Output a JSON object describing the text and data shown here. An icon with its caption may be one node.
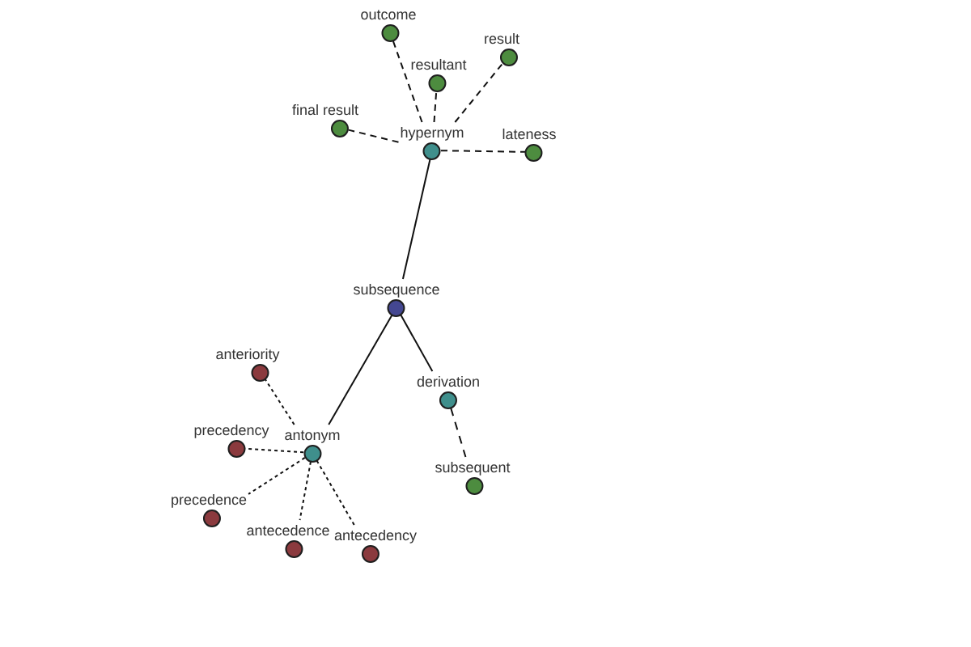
{
  "diagram": {
    "nodes": [
      {
        "text": [
          "outcome"
        ]
      },
      {
        "text": [
          "result"
        ]
      },
      {
        "text": [
          "resultant"
        ]
      },
      {
        "text": [
          "final result"
        ]
      },
      {
        "text": [
          "hypernym"
        ]
      },
      {
        "text": [
          "lateness"
        ]
      },
      {
        "text": [
          "subsequence"
        ]
      },
      {
        "text": [
          "anteriority"
        ]
      },
      {
        "text": [
          "derivation"
        ]
      },
      {
        "text": [
          "precedency"
        ]
      },
      {
        "text": [
          "antonym"
        ]
      },
      {
        "text": [
          "subsequent"
        ]
      },
      {
        "text": [
          "precedence"
        ]
      },
      {
        "text": [
          "antecedence"
        ]
      },
      {
        "text": [
          "antecedency"
        ]
      }
    ],
    "edges": [
      {
        "from": 6,
        "to": 4,
        "arrow": "none"
      },
      {
        "from": 6,
        "to": 10,
        "arrow": "none"
      },
      {
        "from": 6,
        "to": 8,
        "arrow": "none"
      },
      {
        "from": 4,
        "to": 0,
        "arrow": "none",
        "style": "dashed"
      },
      {
        "from": 4,
        "to": 2,
        "arrow": "none",
        "style": "dashed"
      },
      {
        "from": 4,
        "to": 1,
        "arrow": "none",
        "style": "dashed"
      },
      {
        "from": 4,
        "to": 3,
        "arrow": "none",
        "style": "dashed"
      },
      {
        "from": 4,
        "to": 5,
        "arrow": "none",
        "style": "dashed"
      },
      {
        "from": 8,
        "to": 11,
        "arrow": "none",
        "style": "dashed"
      },
      {
        "from": 10,
        "to": 7,
        "arrow": "none",
        "style": "dashed"
      },
      {
        "from": 10,
        "to": 9,
        "arrow": "none",
        "style": "dashed"
      },
      {
        "from": 10,
        "to": 12,
        "arrow": "none",
        "style": "dashed"
      },
      {
        "from": 10,
        "to": 13,
        "arrow": "none",
        "style": "dashed"
      },
      {
        "from": 10,
        "to": 14,
        "arrow": "none",
        "style": "dashed"
      }
    ]
  }
}
